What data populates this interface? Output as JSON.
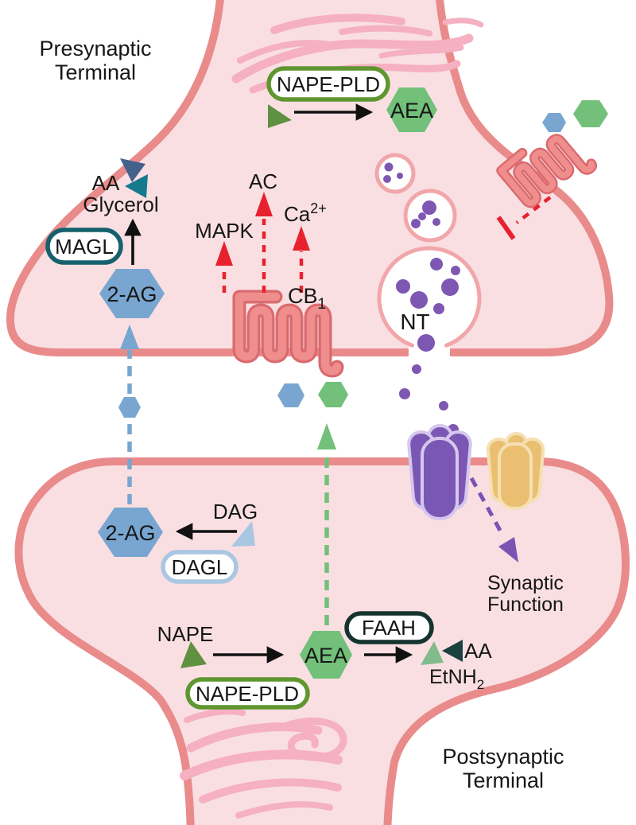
{
  "palette": {
    "membrane": "#e98b8b",
    "cytoplasm": "#f9dfe2",
    "er_tubule": "#f5b0c1",
    "vesicle_ring": "#f1a6aa",
    "neurotransmitter_dot": "#7e57b2",
    "gpcr_fill": "#f08d8d",
    "gpcr_outline": "#d96a6e",
    "signal_arrow_red": "#e8212f",
    "hex_blue_2ag": "#78a6d0",
    "hex_green_aea": "#72c07a",
    "tri_green_nape": "#5f9140",
    "tri_green_ethanolamine": "#82bb8c",
    "tri_slate_aa": "#44618c",
    "tri_teal_glycerol": "#157a8e",
    "tri_dark_aa": "#1b4040",
    "tri_blue_dag": "#a9c6e2",
    "pill_magl_border": "#15616d",
    "pill_dagl_border": "#a9c6e2",
    "pill_faah_border": "#14332f",
    "pill_napepld_border": "#5f9630",
    "receptor_purple": "#7b57b5",
    "receptor_purple_outline": "#d6c7ee",
    "receptor_yellow": "#eabf72",
    "receptor_yellow_outline": "#f5e0b2",
    "arrow_purple": "#7d52b5",
    "arrow_black": "#111111"
  },
  "presynaptic": {
    "title_line1": "Presynaptic",
    "title_line2": "Terminal",
    "napepld": "NAPE-PLD",
    "aea": "AEA",
    "aa": "AA",
    "glycerol": "Glycerol",
    "magl": "MAGL",
    "two_ag": "2-AG",
    "mapk": "MAPK",
    "ac": "AC",
    "ca_base": "Ca",
    "ca_sup": "2+",
    "cb1_base": "CB",
    "cb1_sub": "1",
    "nt": "NT"
  },
  "postsynaptic": {
    "title_line1": "Postsynaptic",
    "title_line2": "Terminal",
    "two_ag": "2-AG",
    "dag": "DAG",
    "dagl": "DAGL",
    "nape": "NAPE",
    "napepld": "NAPE-PLD",
    "aea": "AEA",
    "faah": "FAAH",
    "aa": "AA",
    "etnh_base": "EtNH",
    "etnh_sub": "2",
    "synfn_line1": "Synaptic",
    "synfn_line2": "Function"
  }
}
